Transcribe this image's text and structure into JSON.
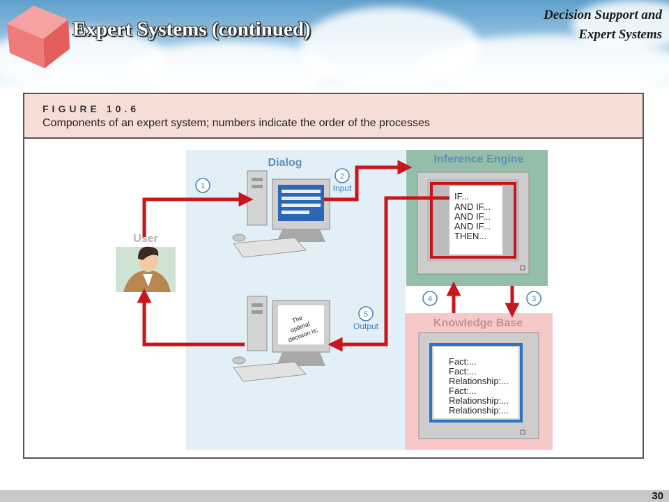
{
  "slide": {
    "title": "Expert Systems (continued)",
    "section_line1": "Decision Support and",
    "section_line2": "Expert Systems",
    "page_number": "30"
  },
  "figure": {
    "label": "FIGURE 10.6",
    "caption": "Components of an expert system; numbers indicate the order of the processes"
  },
  "diagram": {
    "dialog_title": "Dialog",
    "inference_title": "Inference Engine",
    "knowledge_title": "Knowledge Base",
    "user_label": "User",
    "steps": {
      "s1": "1",
      "s2": "2",
      "s3": "3",
      "s4": "4",
      "s5": "5"
    },
    "input_label": "Input",
    "output_label": "Output",
    "rules": [
      "IF...",
      "AND IF...",
      "AND IF...",
      "AND IF...",
      "THEN..."
    ],
    "facts": [
      "Fact:...",
      "Fact:...",
      "Relationship:...",
      "Fact:...",
      "Relationship:...",
      "Relationship:..."
    ],
    "output_screen": [
      "The",
      "optimal",
      "decision is:"
    ]
  },
  "colors": {
    "arrow_red": "#c8161d",
    "dialog_bg": "#e3eff6",
    "inference_bg": "#93bfa9",
    "knowledge_bg": "#f7c8c8",
    "title_blue": "#5b8fc2",
    "step_blue": "#3f7fb9"
  }
}
